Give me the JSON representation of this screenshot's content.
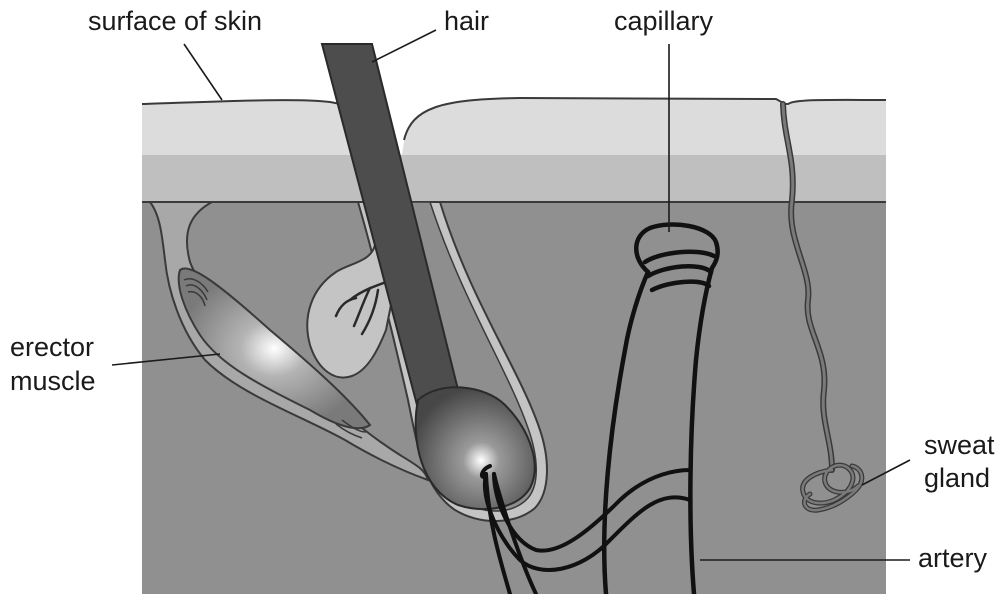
{
  "labels": {
    "surface": "surface of skin",
    "hair": "hair",
    "capillary": "capillary",
    "erector_line1": "erector",
    "erector_line2": "muscle",
    "sweat_line1": "sweat",
    "sweat_line2": "gland",
    "artery": "artery"
  },
  "colors": {
    "epidermis_top": "#dcdcdc",
    "epidermis_lower": "#bfbfbf",
    "dermis": "#909090",
    "hair": "#4d4d4d",
    "sebaceous_gland": "#c4c4c4",
    "vessel": "#111111",
    "outline": "#3a3a3a"
  }
}
